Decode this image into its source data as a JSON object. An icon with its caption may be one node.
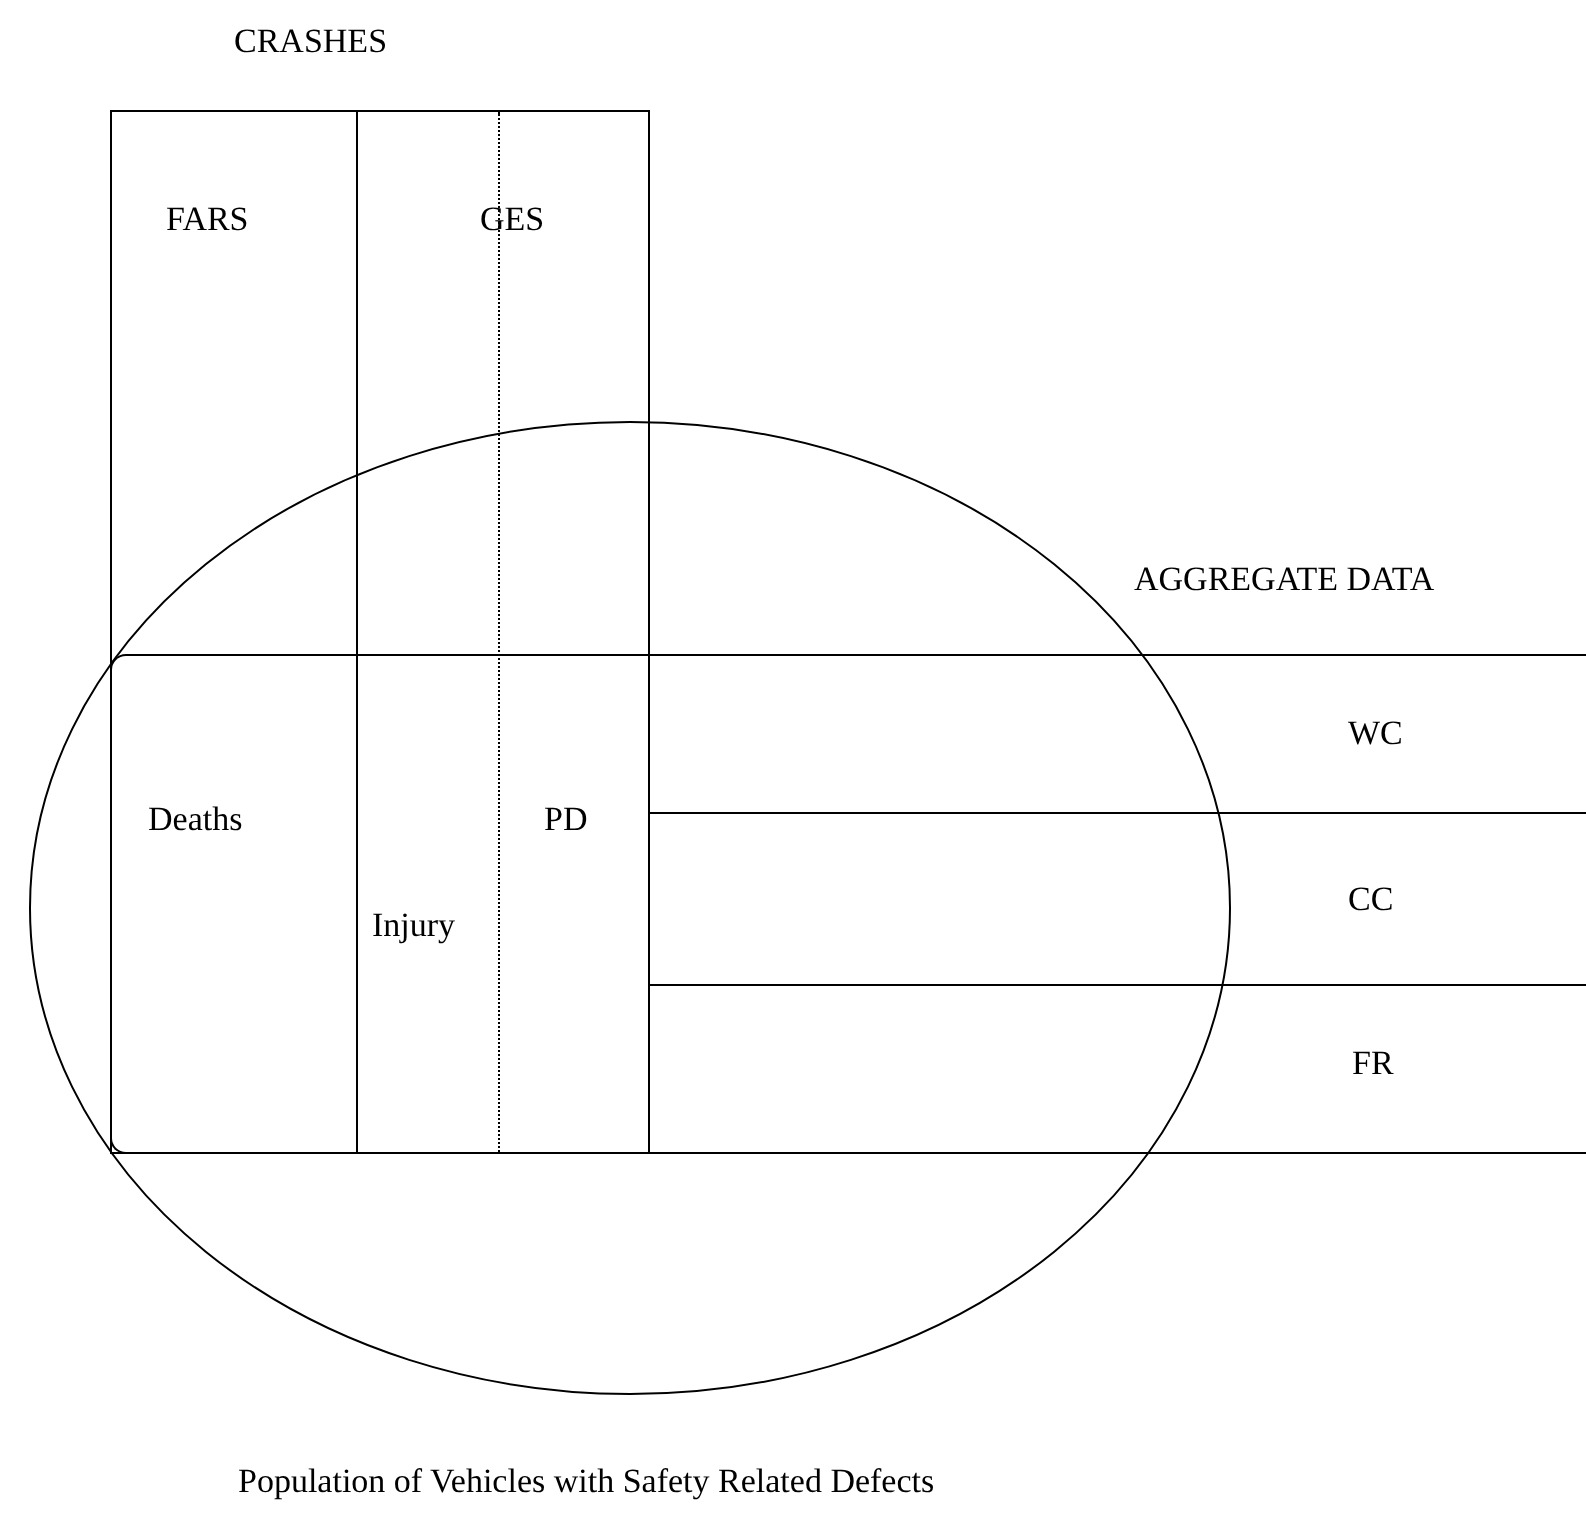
{
  "diagram": {
    "nodes": [
      {
        "text": [
          "CRASHES"
        ]
      },
      {
        "text": [
          "FARS",
          "Deaths"
        ],
        "in": 0
      },
      {
        "text": [
          "GES",
          "Injury",
          "PD"
        ],
        "in": 0
      },
      {
        "text": [
          "Population of Vehicles with Safety Related Defects"
        ]
      },
      {
        "text": [
          "AGGREGATE DATA"
        ]
      },
      {
        "text": [
          "WC"
        ],
        "in": 4
      },
      {
        "text": [
          "CC"
        ],
        "in": 4
      },
      {
        "text": [
          "FR"
        ],
        "in": 4
      }
    ]
  }
}
